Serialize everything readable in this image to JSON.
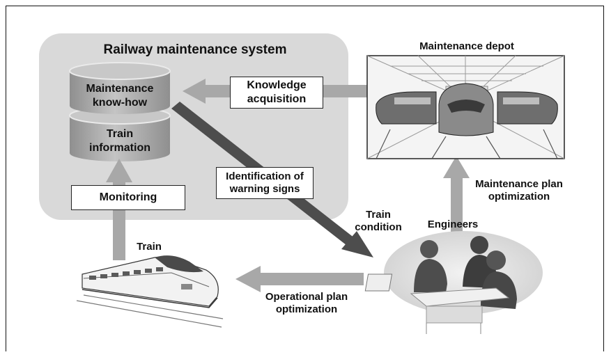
{
  "system": {
    "title": "Railway maintenance system",
    "db_top": "Maintenance\nknow-how",
    "db_bottom": "Train\ninformation"
  },
  "labels": {
    "knowledge_acquisition": "Knowledge\nacquisition",
    "identification": "Identification of\nwarning signs",
    "monitoring": "Monitoring",
    "train_condition": "Train\ncondition",
    "maintenance_plan": "Maintenance plan\noptimization",
    "operational_plan": "Operational plan\noptimization"
  },
  "entities": {
    "depot": "Maintenance depot",
    "engineers": "Engineers",
    "train": "Train"
  },
  "colors": {
    "panel": "#d9d9d9",
    "arrow_light": "#a8a8a8",
    "arrow_dark": "#4d4d4d",
    "cylinder": "#a6a6a6"
  }
}
